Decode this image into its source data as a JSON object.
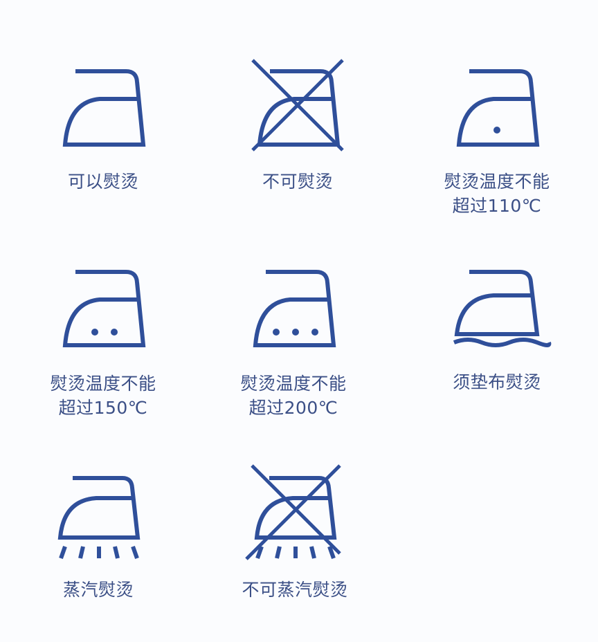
{
  "colors": {
    "icon": "#2f4f9a",
    "text": "#3b4f86",
    "background": "#fbfcfe"
  },
  "symbols": [
    {
      "id": "iron-ok",
      "icon": "iron-icon",
      "dots": 0,
      "crossed": false,
      "steam": false,
      "cloth": false,
      "label_lines": [
        "可以熨烫"
      ]
    },
    {
      "id": "iron-no",
      "icon": "no-iron-icon",
      "dots": 0,
      "crossed": true,
      "steam": false,
      "cloth": false,
      "label_lines": [
        "不可熨烫"
      ]
    },
    {
      "id": "iron-110",
      "icon": "iron-one-dot-icon",
      "dots": 1,
      "crossed": false,
      "steam": false,
      "cloth": false,
      "label_lines": [
        "熨烫温度不能",
        "超过110℃"
      ]
    },
    {
      "id": "iron-150",
      "icon": "iron-two-dots-icon",
      "dots": 2,
      "crossed": false,
      "steam": false,
      "cloth": false,
      "label_lines": [
        "熨烫温度不能",
        "超过150℃"
      ]
    },
    {
      "id": "iron-200",
      "icon": "iron-three-dots-icon",
      "dots": 3,
      "crossed": false,
      "steam": false,
      "cloth": false,
      "label_lines": [
        "熨烫温度不能",
        "超过200℃"
      ]
    },
    {
      "id": "iron-cloth",
      "icon": "iron-with-cloth-icon",
      "dots": 0,
      "crossed": false,
      "steam": false,
      "cloth": true,
      "label_lines": [
        "须垫布熨烫"
      ]
    },
    {
      "id": "iron-steam",
      "icon": "steam-iron-icon",
      "dots": 0,
      "crossed": false,
      "steam": true,
      "cloth": false,
      "label_lines": [
        "蒸汽熨烫"
      ]
    },
    {
      "id": "iron-no-steam",
      "icon": "no-steam-iron-icon",
      "dots": 0,
      "crossed": true,
      "steam": true,
      "cloth": false,
      "label_lines": [
        "不可蒸汽熨烫"
      ]
    }
  ]
}
